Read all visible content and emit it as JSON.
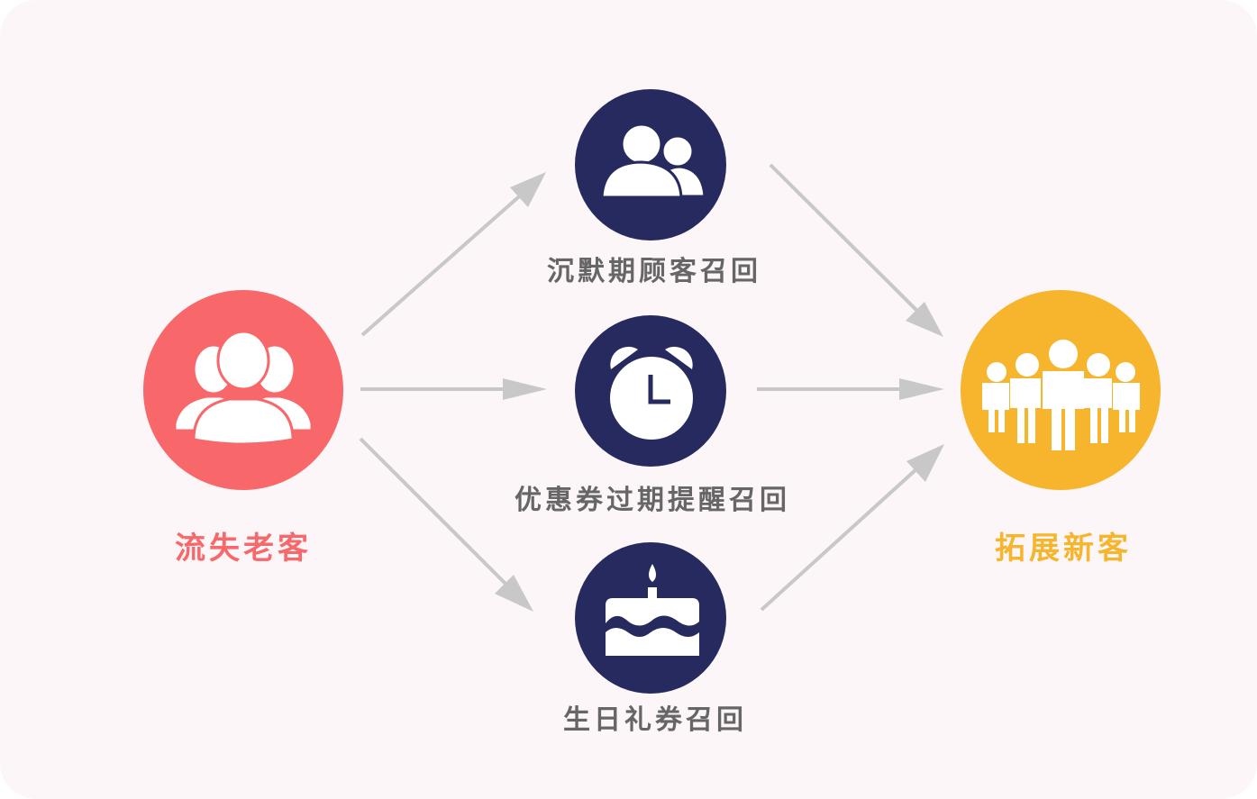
{
  "colors": {
    "source": "#f8686a",
    "channel": "#262a5e",
    "target": "#f6b52d",
    "arrow": "#c8c8c8",
    "label": "#666666",
    "background": "#fdf6f8"
  },
  "source": {
    "label": "流失老客",
    "icon": "users-group-icon"
  },
  "channels": [
    {
      "label": "沉默期顾客召回",
      "icon": "users-icon"
    },
    {
      "label": "优惠券过期提醒召回",
      "icon": "alarm-clock-icon"
    },
    {
      "label": "生日礼券召回",
      "icon": "birthday-cake-icon"
    }
  ],
  "target": {
    "label": "拓展新客",
    "icon": "crowd-icon"
  }
}
